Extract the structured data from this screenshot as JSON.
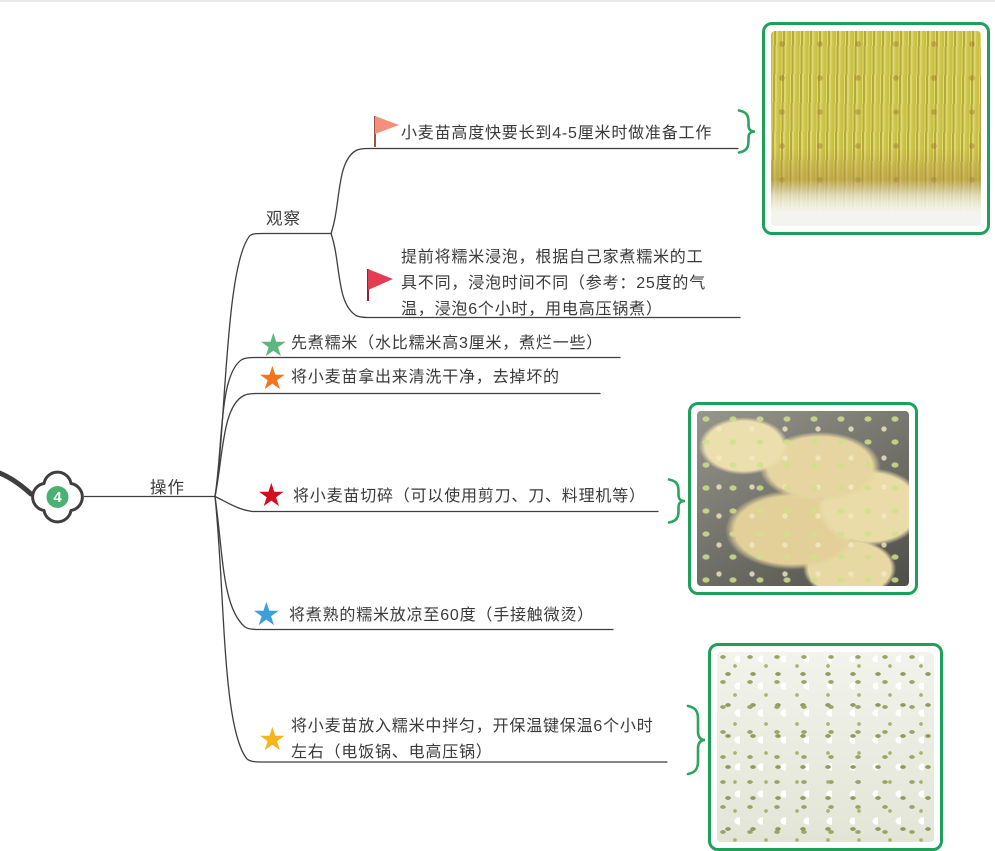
{
  "center_node": {
    "label": "4"
  },
  "branches": [
    {
      "id": "observe",
      "label": "观察"
    },
    {
      "id": "operate",
      "label": "操作"
    }
  ],
  "topics": {
    "prepare": {
      "icon": "flag-salmon",
      "text": "小麦苗高度快要长到4-5厘米时做准备工作"
    },
    "soak": {
      "icon": "flag-red",
      "text": "提前将糯米浸泡，根据自己家煮糯米的工\n具不同，浸泡时间不同（参考：25度的气\n温，浸泡6个小时，用电高压锅煮）"
    },
    "cook_rice": {
      "icon": "star-green",
      "text": "先煮糯米（水比糯米高3厘米，煮烂一些）"
    },
    "wash_sprouts": {
      "icon": "star-orange",
      "text": "将小麦苗拿出来清洗干净，去掉坏的"
    },
    "chop_sprouts": {
      "icon": "star-red",
      "text": "将小麦苗切碎（可以使用剪刀、刀、料理机等）"
    },
    "cool_rice": {
      "icon": "star-blue",
      "text": "将煮熟的糯米放凉至60度（手接触微烫）"
    },
    "mix_keep_warm": {
      "icon": "star-gold",
      "text": "将小麦苗放入糯米中拌匀，开保温键保温6个小时\n左右（电饭锅、电高压锅）"
    }
  },
  "photos": [
    {
      "id": "wheat-sprouts-photo"
    },
    {
      "id": "chopped-sprouts-photo"
    },
    {
      "id": "rice-mixture-photo"
    }
  ],
  "glyphs": {
    "star": "★"
  },
  "colors": {
    "line": "#3e3e3e",
    "node_green": "#49B272",
    "photo_border_green": "#1FA05A",
    "brace_green": "#2BA55E",
    "flag_salmon": "#F2907B",
    "flag_red": "#E23D52",
    "star_green": "#5CB77F",
    "star_orange": "#F2761E",
    "star_red": "#D40E21",
    "star_blue": "#3D9FD9",
    "star_gold": "#F6B41F",
    "text": "#3a3a3a"
  }
}
